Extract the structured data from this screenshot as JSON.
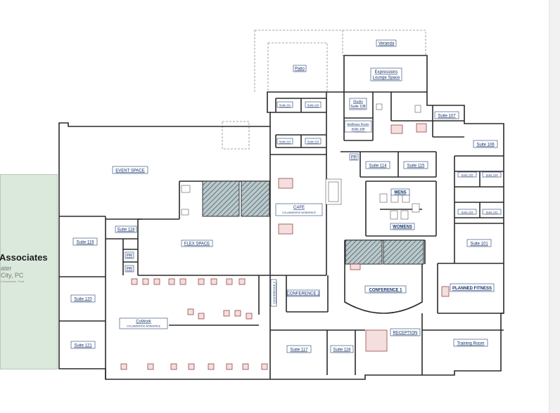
{
  "sign": {
    "title": "Associates",
    "line1": "ater",
    "line2": "City, PC",
    "line3": "Compassion. Trust."
  },
  "rooms": {
    "veranda": "Veranda",
    "patio": "Patio",
    "expressions": "Expressions",
    "lounge_space": "Lounge Space",
    "studio": "Studio",
    "suite_108": "Suite 108",
    "wellness_room": "Wellness Room",
    "suite_109": "Suite 109",
    "suite_111": "Suite 111",
    "suite_110": "Suite 110",
    "suite_112": "Suite 112",
    "suite_113": "Suite 113",
    "suite_107": "Suite 107",
    "suite_106": "Suite 106",
    "suite_105": "Suite 105",
    "suite_104": "Suite 104",
    "suite_103": "Suite 103",
    "suite_102": "Suite 102",
    "suite_101": "Suite 101",
    "event_space": "EVENT SPACE",
    "suite_114": "Suite 114",
    "suite_115": "Suite 115",
    "pr_1": "PR",
    "pr_2": "PR",
    "pr_3": "PR",
    "mens": "MENS",
    "womens": "WOMENS",
    "cafe": "CAFE",
    "cafe_sub": "COLLABORATIVE WORKSPACE",
    "suite_118": "Suite 118",
    "suite_119": "Suite 119",
    "flex_space": "FLEX SPACE",
    "suite_120": "Suite 120",
    "suite_121": "Suite 121",
    "cowork": "CoWork",
    "cowork_sub": "COLLABORATIVE WORKSPACE",
    "conference_3": "CONFERENCE 3",
    "conference_2": "CONFERENCE 2",
    "conference_1": "CONFERENCE 1",
    "planned_fitness": "PLANNED FITNESS",
    "reception": "RECEPTION",
    "training_room": "Training Room",
    "suite_117": "Suite 117",
    "suite_116": "Suite 116"
  },
  "colors": {
    "label_text": "#13306a",
    "wall": "#2a2a2a",
    "furniture": "#8b2e2e",
    "sign_bg": "#dbe9dc"
  }
}
